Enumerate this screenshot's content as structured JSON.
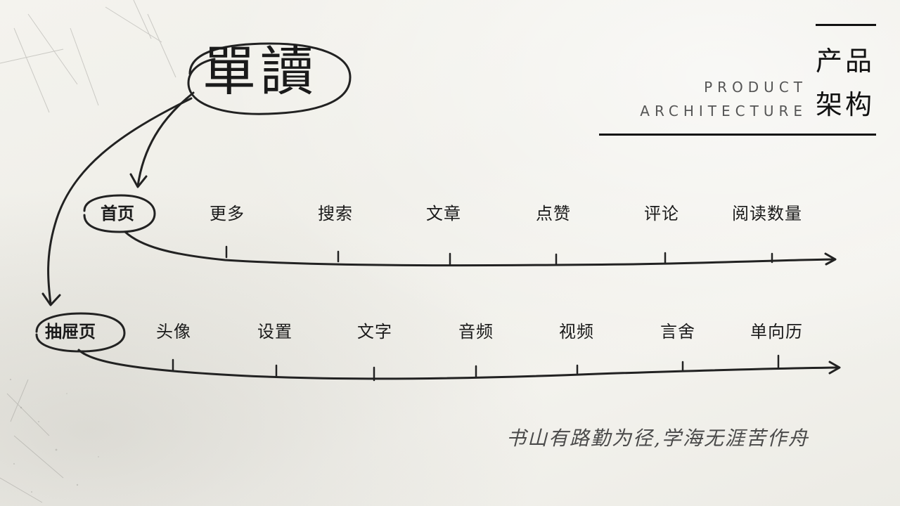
{
  "title": "單讀",
  "header": {
    "en_line1": "PRODUCT",
    "en_line2": "ARCHITECTURE",
    "cn_line1": "产品",
    "cn_line2": "架构"
  },
  "rows": [
    {
      "main": "首页",
      "items": [
        "更多",
        "搜索",
        "文章",
        "点赞",
        "评论",
        "阅读数量"
      ]
    },
    {
      "main": "抽屉页",
      "items": [
        "头像",
        "设置",
        "文字",
        "音频",
        "视频",
        "言舍",
        "单向历"
      ]
    }
  ],
  "quote": "书山有路勤为径,学海无涯苦作舟",
  "colors": {
    "ink": "#1a1a1a",
    "paper": "#f2f1ec",
    "muted": "#555555"
  }
}
